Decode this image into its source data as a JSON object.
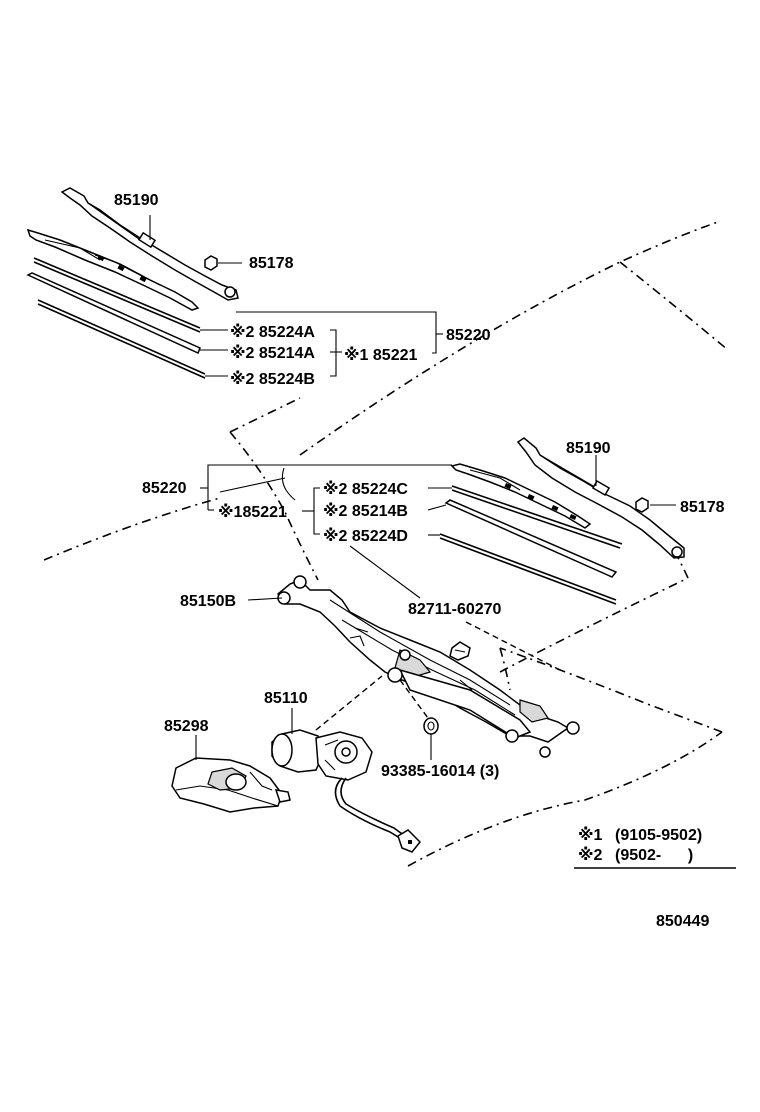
{
  "labels": {
    "arm_top": "85190",
    "nut_top": "85178",
    "blade_assy_top": "85220",
    "insert_a": "※2 85224A",
    "rubber_a": "※2 85214A",
    "blade_top_s1": "※1 85221",
    "insert_b": "※2 85224B",
    "arm_right": "85190",
    "nut_right": "85178",
    "blade_assy_left": "85220",
    "blade_left_s1": "※185221",
    "insert_c": "※2 85224C",
    "rubber_b": "※2 85214B",
    "insert_d": "※2 85224D",
    "link_assy": "85150B",
    "clip": "82711-60270",
    "motor": "85110",
    "motor_cover": "85298",
    "grommet": "93385-16014 (3)",
    "figure_id": "850449"
  },
  "legend": {
    "note1_mark": "※1",
    "note1_range": "(9105-9502)",
    "note2_mark": "※2",
    "note2_range": "(9502-      )"
  }
}
